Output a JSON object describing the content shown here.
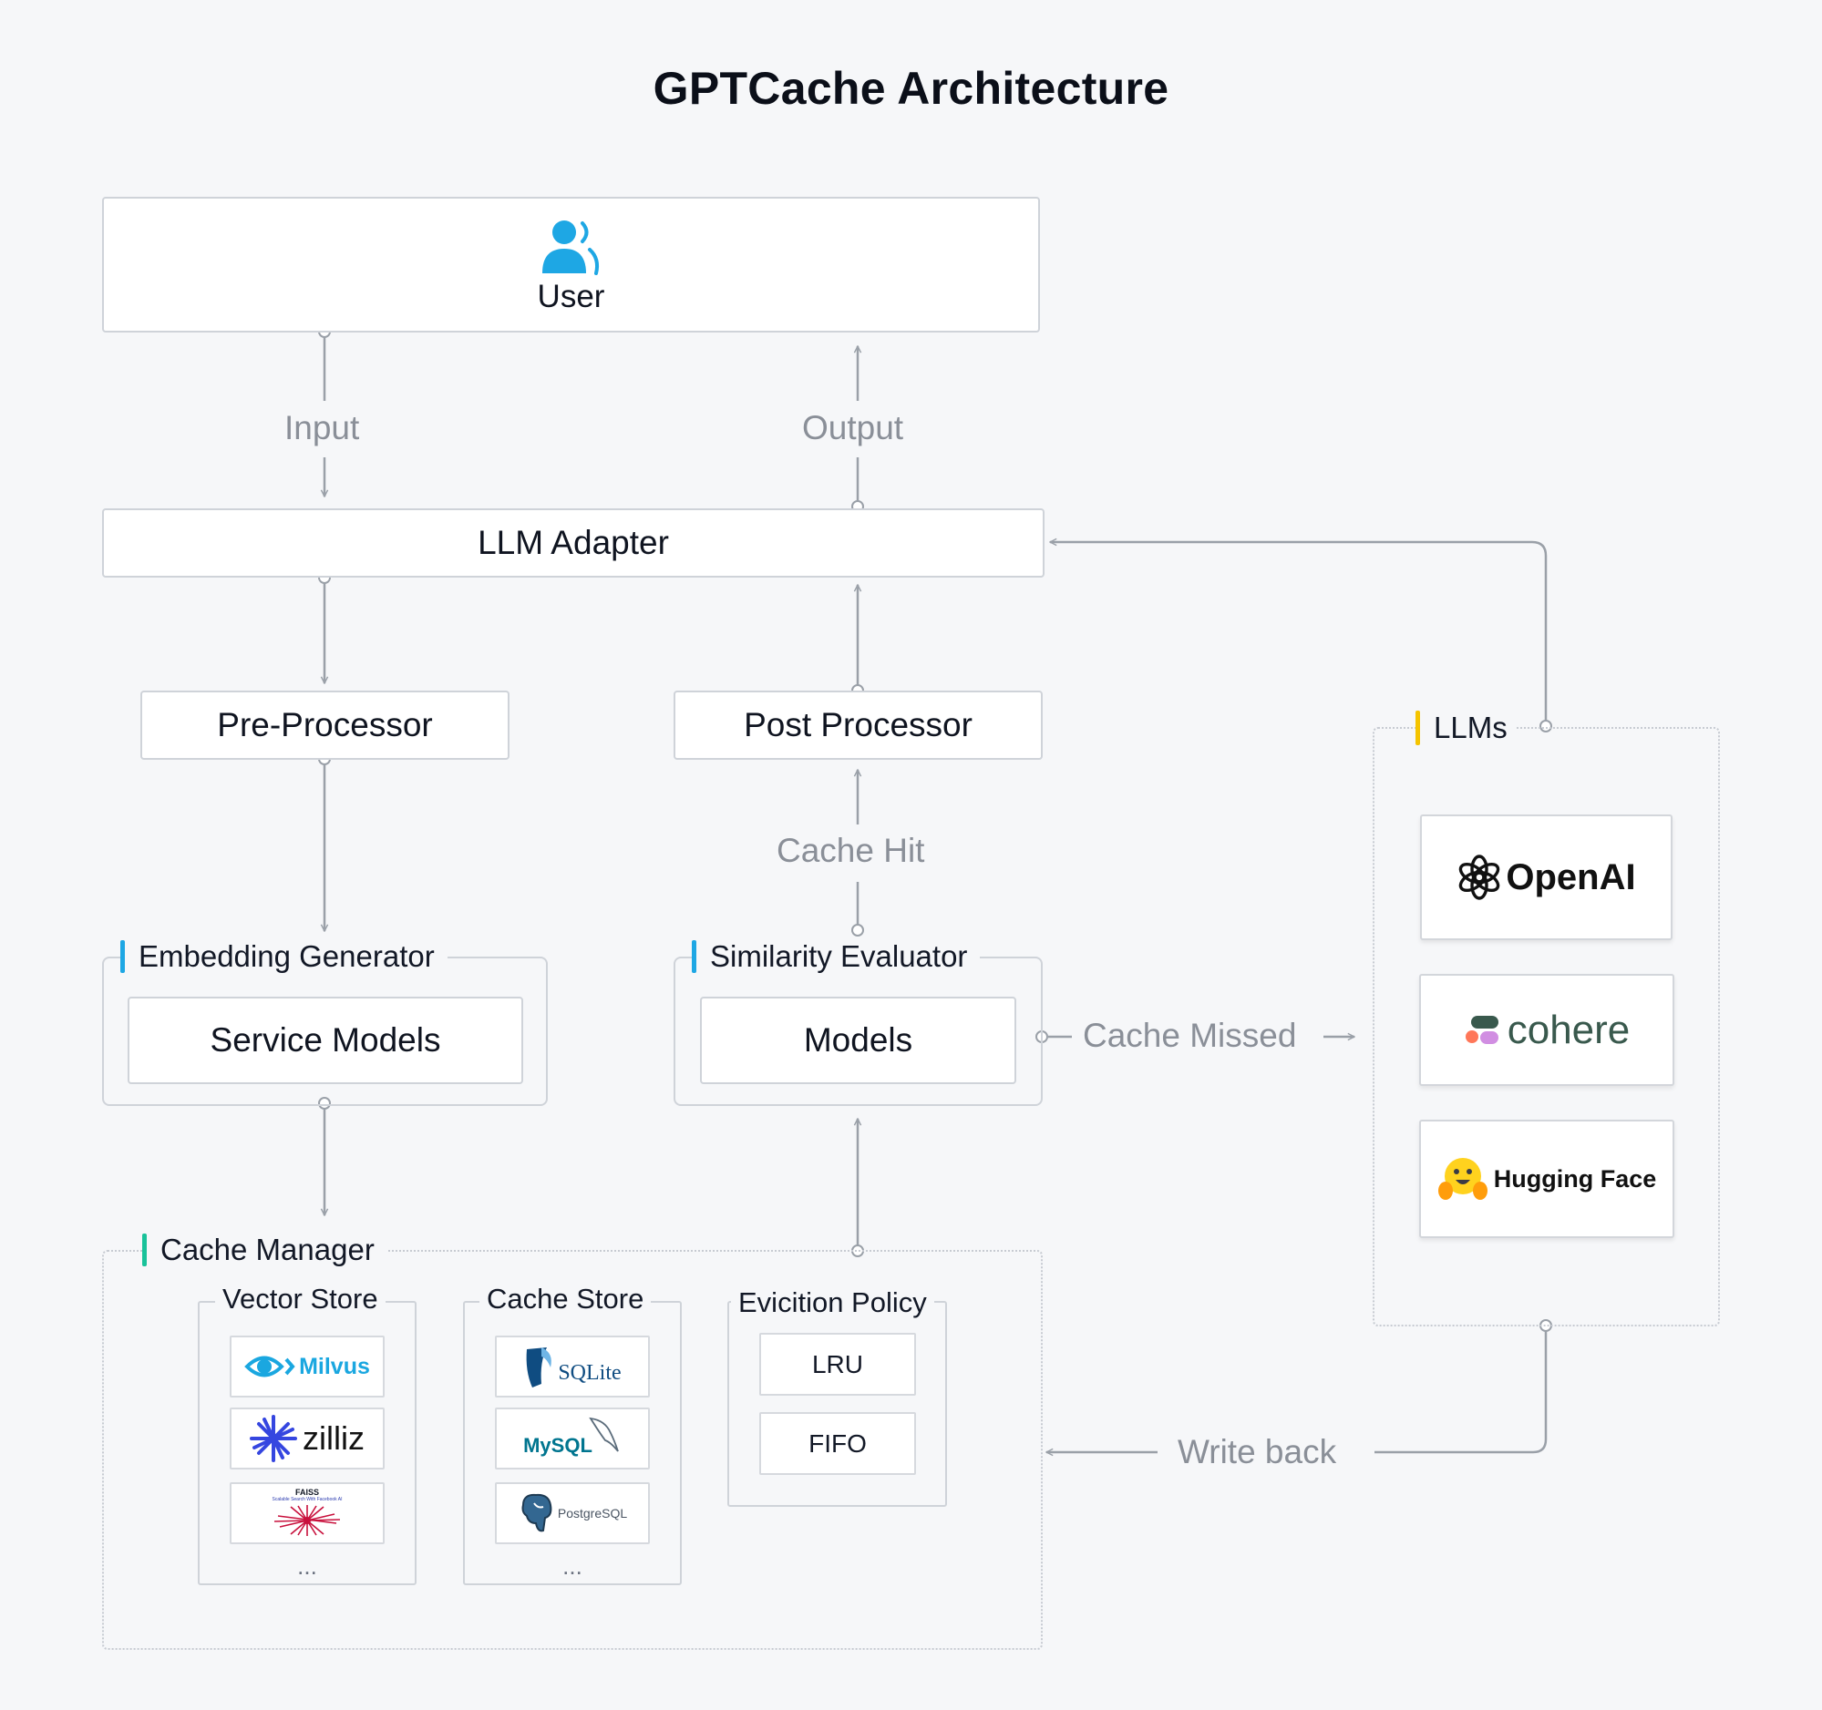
{
  "title": "GPTCache Architecture",
  "user": {
    "label": "User",
    "icon": "user-icon"
  },
  "flows": {
    "input": "Input",
    "output": "Output",
    "cache_hit": "Cache  Hit",
    "cache_missed": "Cache  Missed",
    "write_back": "Write back"
  },
  "llm_adapter": "LLM Adapter",
  "pre_processor": "Pre-Processor",
  "post_processor": "Post Processor",
  "embedding_generator": {
    "label": "Embedding Generator",
    "inner": "Service Models",
    "accent": "#1ea7e4"
  },
  "similarity_evaluator": {
    "label": "Similarity Evaluator",
    "inner": "Models",
    "accent": "#1ea7e4"
  },
  "cache_manager": {
    "label": "Cache Manager",
    "accent": "#19c29a",
    "vector_store": {
      "label": "Vector Store",
      "logos": [
        "Milvus",
        "zilliz",
        "FAISS",
        "Scalable Search With Facebook AI"
      ],
      "more": "..."
    },
    "cache_store": {
      "label": "Cache Store",
      "logos": [
        "SQLite",
        "MySQL",
        "PostgreSQL"
      ],
      "more": "..."
    },
    "eviction_policy": {
      "label": "Evicition Policy",
      "items": [
        "LRU",
        "FIFO"
      ]
    }
  },
  "llms": {
    "label": "LLMs",
    "accent": "#f5c400",
    "providers": [
      "OpenAI",
      "cohere",
      "Hugging Face"
    ]
  },
  "colors": {
    "line": "#9aa0a8",
    "background": "#f6f7f9",
    "milvus": "#1aa7e0",
    "zilliz": "#3546e0",
    "cohere_text": "#39594d"
  }
}
